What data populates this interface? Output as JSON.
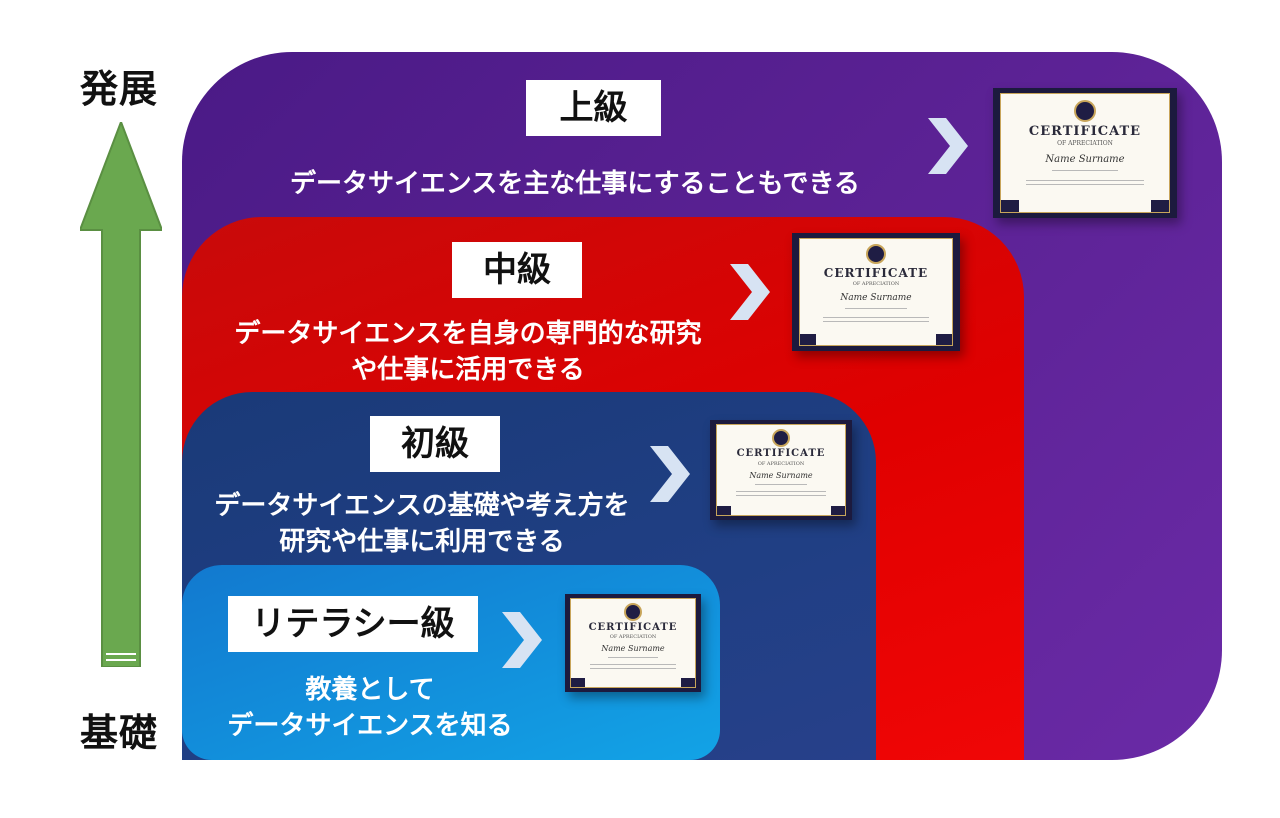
{
  "axis": {
    "top": "発展",
    "bottom": "基礎"
  },
  "levels": {
    "advanced": {
      "title": "上級",
      "description": "データサイエンスを主な仕事にすることもできる"
    },
    "intermediate": {
      "title": "中級",
      "description": "データサイエンスを自身の専門的な研究\nや仕事に活用できる"
    },
    "beginner": {
      "title": "初級",
      "description": "データサイエンスの基礎や考え方を\n研究や仕事に利用できる"
    },
    "literacy": {
      "title": "リテラシー級",
      "description": "教養として\nデータサイエンスを知る"
    }
  },
  "certificate": {
    "title": "CERTIFICATE",
    "subtitle": "OF APRECIATION",
    "name": "Name Surname"
  },
  "colors": {
    "advanced": "#5a2193",
    "intermediate": "#e00000",
    "beginner": "#203f84",
    "literacy": "#12a3e6",
    "arrow": "#6aa84f"
  }
}
